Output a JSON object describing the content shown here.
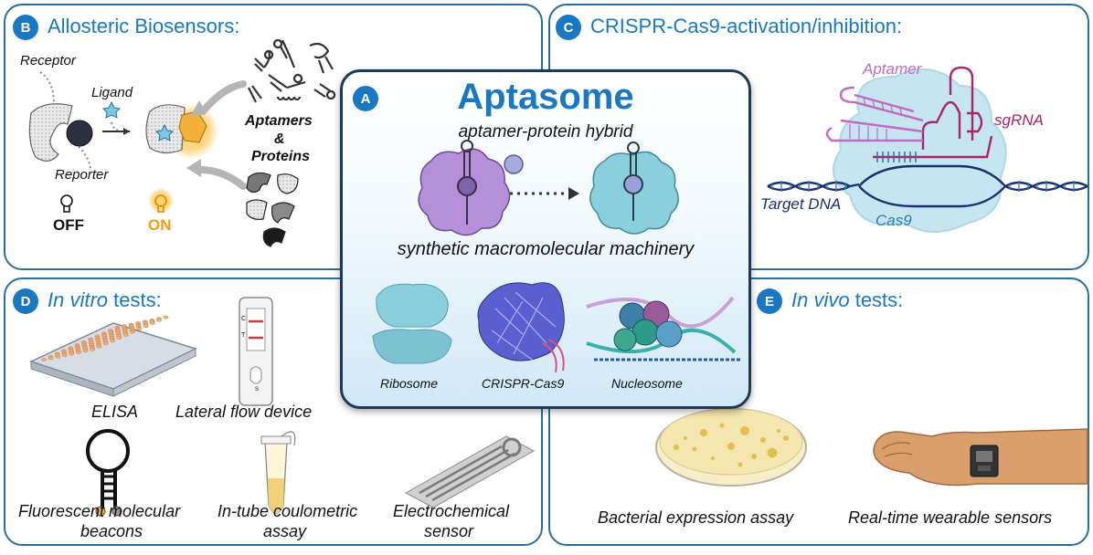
{
  "panel_b": {
    "badge": "B",
    "title": "Allosteric Biosensors:",
    "labels": {
      "receptor": "Receptor",
      "ligand": "Ligand",
      "reporter": "Reporter",
      "aptamers": "Aptamers",
      "ampersand": "&",
      "proteins": "Proteins",
      "off": "OFF",
      "on": "ON"
    }
  },
  "panel_c": {
    "badge": "C",
    "title": "CRISPR-Cas9-activation/inhibition:",
    "labels": {
      "aptamer": "Aptamer",
      "sgrna": "sgRNA",
      "target_dna": "Target DNA",
      "cas9": "Cas9"
    }
  },
  "panel_a": {
    "badge": "A",
    "title": "Aptasome",
    "subtitle": "aptamer-protein hybrid",
    "machinery": "synthetic macromolecular machinery",
    "examples": [
      "Ribosome",
      "CRISPR-Cas9",
      "Nucleosome"
    ]
  },
  "panel_d": {
    "badge": "D",
    "title_italic": "In vitro",
    "title_rest": " tests:",
    "items": {
      "elisa": "ELISA",
      "lateral_flow": "Lateral flow device",
      "beacons_line1": "Fluorescent molecular",
      "beacons_line2": "beacons",
      "coulometric_line1": "In-tube coulometric",
      "coulometric_line2": "assay",
      "electrochemical_line1": "Electrochemical",
      "electrochemical_line2": "sensor"
    },
    "strip_marks": {
      "c": "C",
      "t": "T",
      "s": "S"
    }
  },
  "panel_e": {
    "badge": "E",
    "title_italic": "In vivo",
    "title_rest": " tests:",
    "items": {
      "bacterial": "Bacterial expression assay",
      "wearable": "Real-time wearable sensors"
    }
  },
  "colors": {
    "accent": "#1a78c2",
    "panel_border": "#2a6f9a",
    "on_orange": "#f39c12",
    "aptamer_pink": "#c06ac2",
    "sgrna_magenta": "#a8246e",
    "dna_navy": "#1c2f6e",
    "cas9_blue": "#9fd3e8"
  }
}
